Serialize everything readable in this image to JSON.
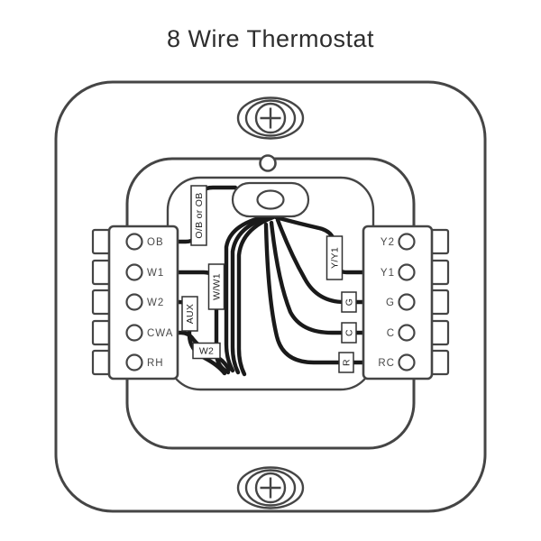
{
  "title": "8 Wire Thermostat",
  "colors": {
    "outline": "#454545",
    "wire": "#1a1a1a",
    "terminal_text": "#4a4a4a",
    "wire_label_text": "#1f1f1f",
    "background": "#ffffff",
    "title_text": "#2d2d2d"
  },
  "terminals": {
    "left": [
      "OB",
      "W1",
      "W2",
      "CWA",
      "RH"
    ],
    "right": [
      "Y2",
      "Y1",
      "G",
      "C",
      "RC"
    ]
  },
  "wire_labels": {
    "ob": "O/B or OB",
    "ww1": "W/W1",
    "aux": "AUX",
    "w2": "W2",
    "yy1": "Y/Y1",
    "g": "G",
    "c": "C",
    "r": "R"
  }
}
